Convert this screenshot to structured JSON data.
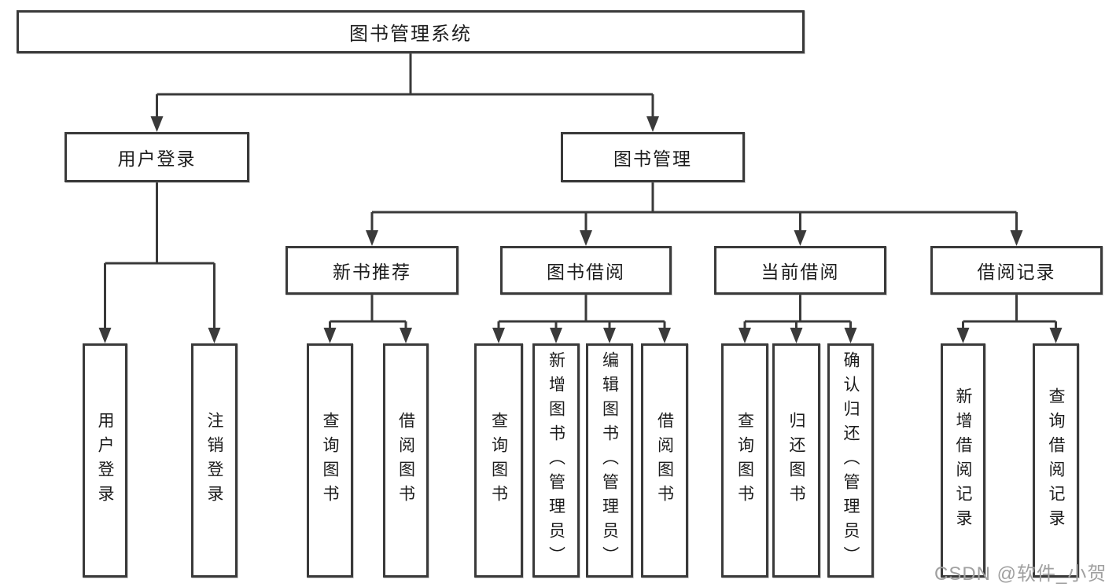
{
  "tree": {
    "label": "图书管理系统",
    "children": [
      {
        "label": "用户登录",
        "children": [
          {
            "label": "用户登录"
          },
          {
            "label": "注销登录"
          }
        ]
      },
      {
        "label": "图书管理",
        "children": [
          {
            "label": "新书推荐",
            "children": [
              {
                "label": "查询图书"
              },
              {
                "label": "借阅图书"
              }
            ]
          },
          {
            "label": "图书借阅",
            "children": [
              {
                "label": "查询图书"
              },
              {
                "label": "新增图书（管理员）"
              },
              {
                "label": "编辑图书（管理员）"
              },
              {
                "label": "借阅图书"
              }
            ]
          },
          {
            "label": "当前借阅",
            "children": [
              {
                "label": "查询图书"
              },
              {
                "label": "归还图书"
              },
              {
                "label": "确认归还（管理员）"
              }
            ]
          },
          {
            "label": "借阅记录",
            "children": [
              {
                "label": "新增借阅记录"
              },
              {
                "label": "查询借阅记录"
              }
            ]
          }
        ]
      }
    ]
  },
  "watermark": {
    "text": "CSDN @软件_小贺同学"
  },
  "colors": {
    "line": "#3a3a3a",
    "box_border": "#3a3a3a",
    "text": "#1c1c1c",
    "watermark": "#a0a0a0",
    "background": "#ffffff"
  }
}
